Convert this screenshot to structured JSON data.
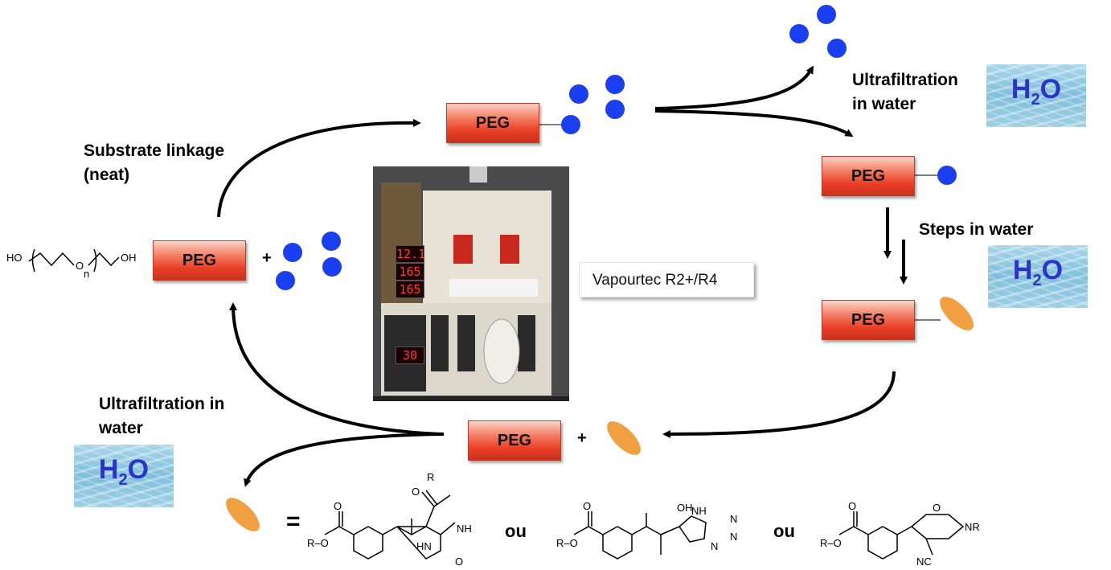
{
  "peg_label": "PEG",
  "plus": "+",
  "water": {
    "h": "H",
    "sub": "2",
    "o": "O"
  },
  "labels": {
    "substrate_linkage": "Substrate linkage\n(neat)",
    "ultrafiltration_top": "Ultrafiltration\nin water",
    "steps_in_water": "Steps in water",
    "ultrafiltration_left": "Ultrafiltration in\nwater"
  },
  "instrument_callout": "Vapourtec R2+/R4",
  "instrument_displays": [
    "12.1",
    "165",
    "165",
    "30"
  ],
  "equals": "=",
  "ou": "ou",
  "chem": {
    "ho": "HO",
    "oh": "OH",
    "o": "O",
    "n": "n",
    "r": "R",
    "ro": "R–O",
    "nh": "NH",
    "hn": "HN",
    "oh2": "OH",
    "nh_tet": "NH",
    "n_atom": "N",
    "nr": "NR",
    "nc": "NC"
  },
  "colors": {
    "peg_red": "#ea3f25",
    "substrate_blue": "#1a3ff0",
    "product_orange": "#f0a040",
    "water_text": "#2a35c8"
  }
}
